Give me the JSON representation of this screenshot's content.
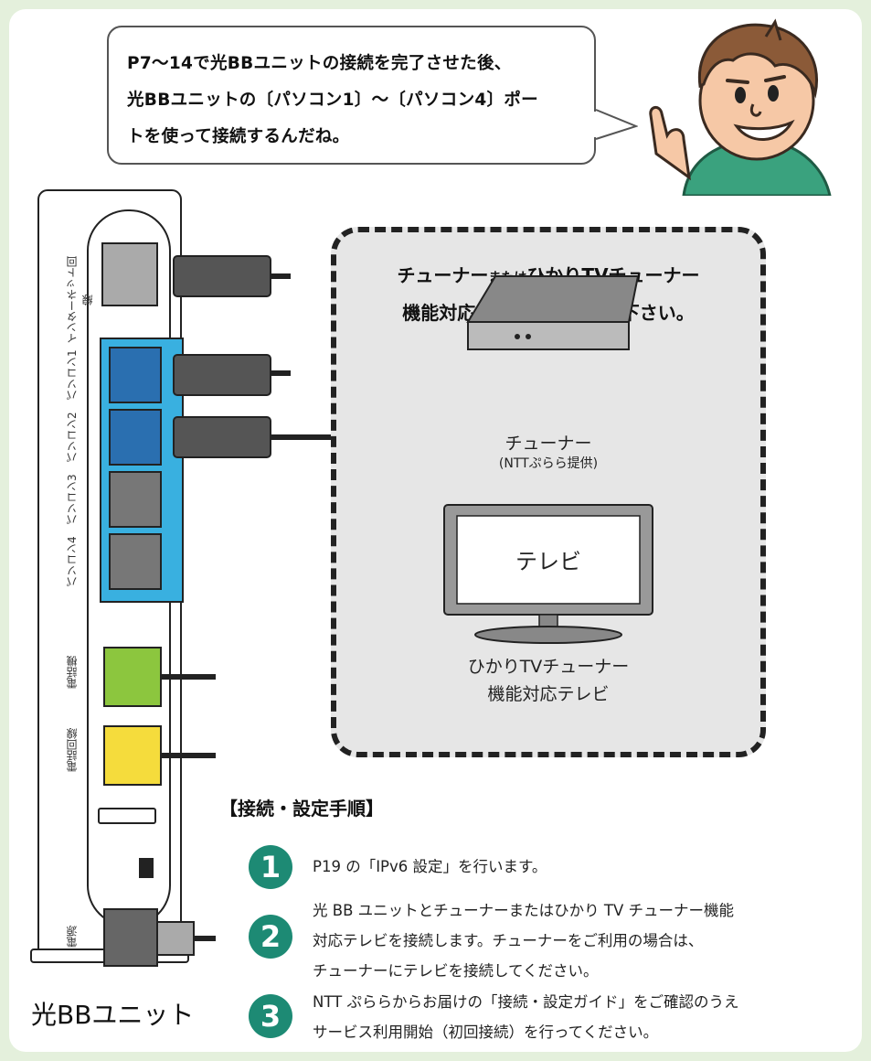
{
  "speech": {
    "lines": [
      "P7～14で光BBユニットの接続を完了させた後、",
      "光BBユニットの〔パソコン1〕～〔パソコン4〕ポー",
      "トを使って接続するんだね。"
    ]
  },
  "device_box": {
    "title_line1_a": "チューナー",
    "title_line1_small": "または",
    "title_line1_b": "ひかりTVチューナー",
    "title_line2": "機能対応テレビと接続して下さい。",
    "tuner_label": "チューナー",
    "tuner_sublabel": "(NTTぷらら提供)",
    "tv_screen_text": "テレビ",
    "tv_label_line1": "ひかりTVチューナー",
    "tv_label_line2": "機能対応テレビ"
  },
  "unit": {
    "name": "光BBユニット",
    "ports": {
      "internet": "インターネット回線",
      "pc1": "パソコン1",
      "pc2": "パソコン2",
      "pc3": "パソコン3",
      "pc4": "パソコン4",
      "phone": "電話機",
      "phone_line": "電話回線",
      "power": "電源"
    }
  },
  "steps": {
    "heading": "【接続・設定手順】",
    "items": [
      {
        "num": "1",
        "lines": [
          "P19 の「IPv6 設定」を行います。"
        ]
      },
      {
        "num": "2",
        "lines": [
          "光 BB ユニットとチューナーまたはひかり TV チューナー機能",
          "対応テレビを接続します。チューナーをご利用の場合は、",
          "チューナーにテレビを接続してください。"
        ]
      },
      {
        "num": "3",
        "lines": [
          "NTT ぷららからお届けの「接続・設定ガイド」をご確認のうえ",
          "サービス利用開始（初回接続）を行ってください。"
        ]
      }
    ]
  },
  "colors": {
    "background": "#e4f0dc",
    "pc_ports": "#39b0e0",
    "phone_port": "#8cc63e",
    "phone_line_port": "#f5dc3c",
    "step_badge": "#1d8a74"
  }
}
